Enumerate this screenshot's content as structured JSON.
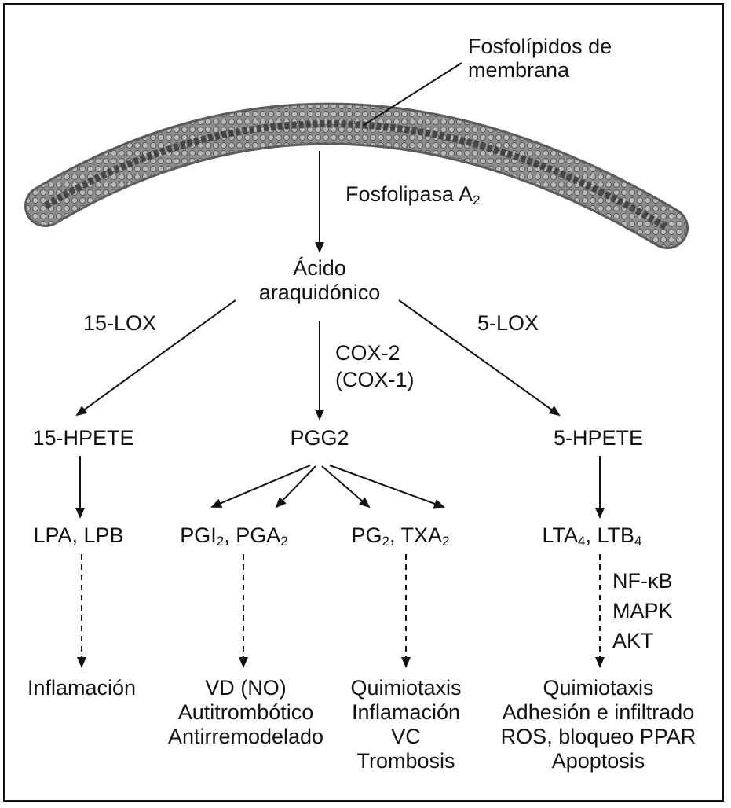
{
  "membrane": {
    "label_line1": "Fosfolípidos de",
    "label_line2": "membrana",
    "enzyme": "Fosfolipasa A",
    "enzyme_sub": "2"
  },
  "center": {
    "line1": "Ácido",
    "line2": "araquidónico"
  },
  "enzymes": {
    "left": "15-LOX",
    "right": "5-LOX",
    "mid_line1": "COX-2",
    "mid_line2": "(COX-1)"
  },
  "intermediates": {
    "left": "15-HPETE",
    "mid": "PGG2",
    "right": "5-HPETE"
  },
  "products": {
    "col1": "LPA, LPB",
    "col2": {
      "a": "PGI",
      "a_sub": "2",
      "sep": ", PGA",
      "b_sub": "2"
    },
    "col3": {
      "a": "PG",
      "a_sub": "2",
      "sep": ", TXA",
      "b_sub": "2"
    },
    "col4": {
      "a": "LTA",
      "a_sub": "4",
      "sep": ", LTB",
      "b_sub": "4"
    }
  },
  "signaling": [
    "NF-κB",
    "MAPK",
    "AKT"
  ],
  "effects": {
    "col1": [
      "Inflamación"
    ],
    "col2": [
      "VD (NO)",
      "Autitrombótico",
      "Antirremodelado"
    ],
    "col3": [
      "Quimiotaxis",
      "Inflamación",
      "VC",
      "Trombosis"
    ],
    "col4": [
      "Quimiotaxis",
      "Adhesión e infiltrado",
      "ROS, bloqueo PPAR",
      "Apoptosis"
    ]
  }
}
